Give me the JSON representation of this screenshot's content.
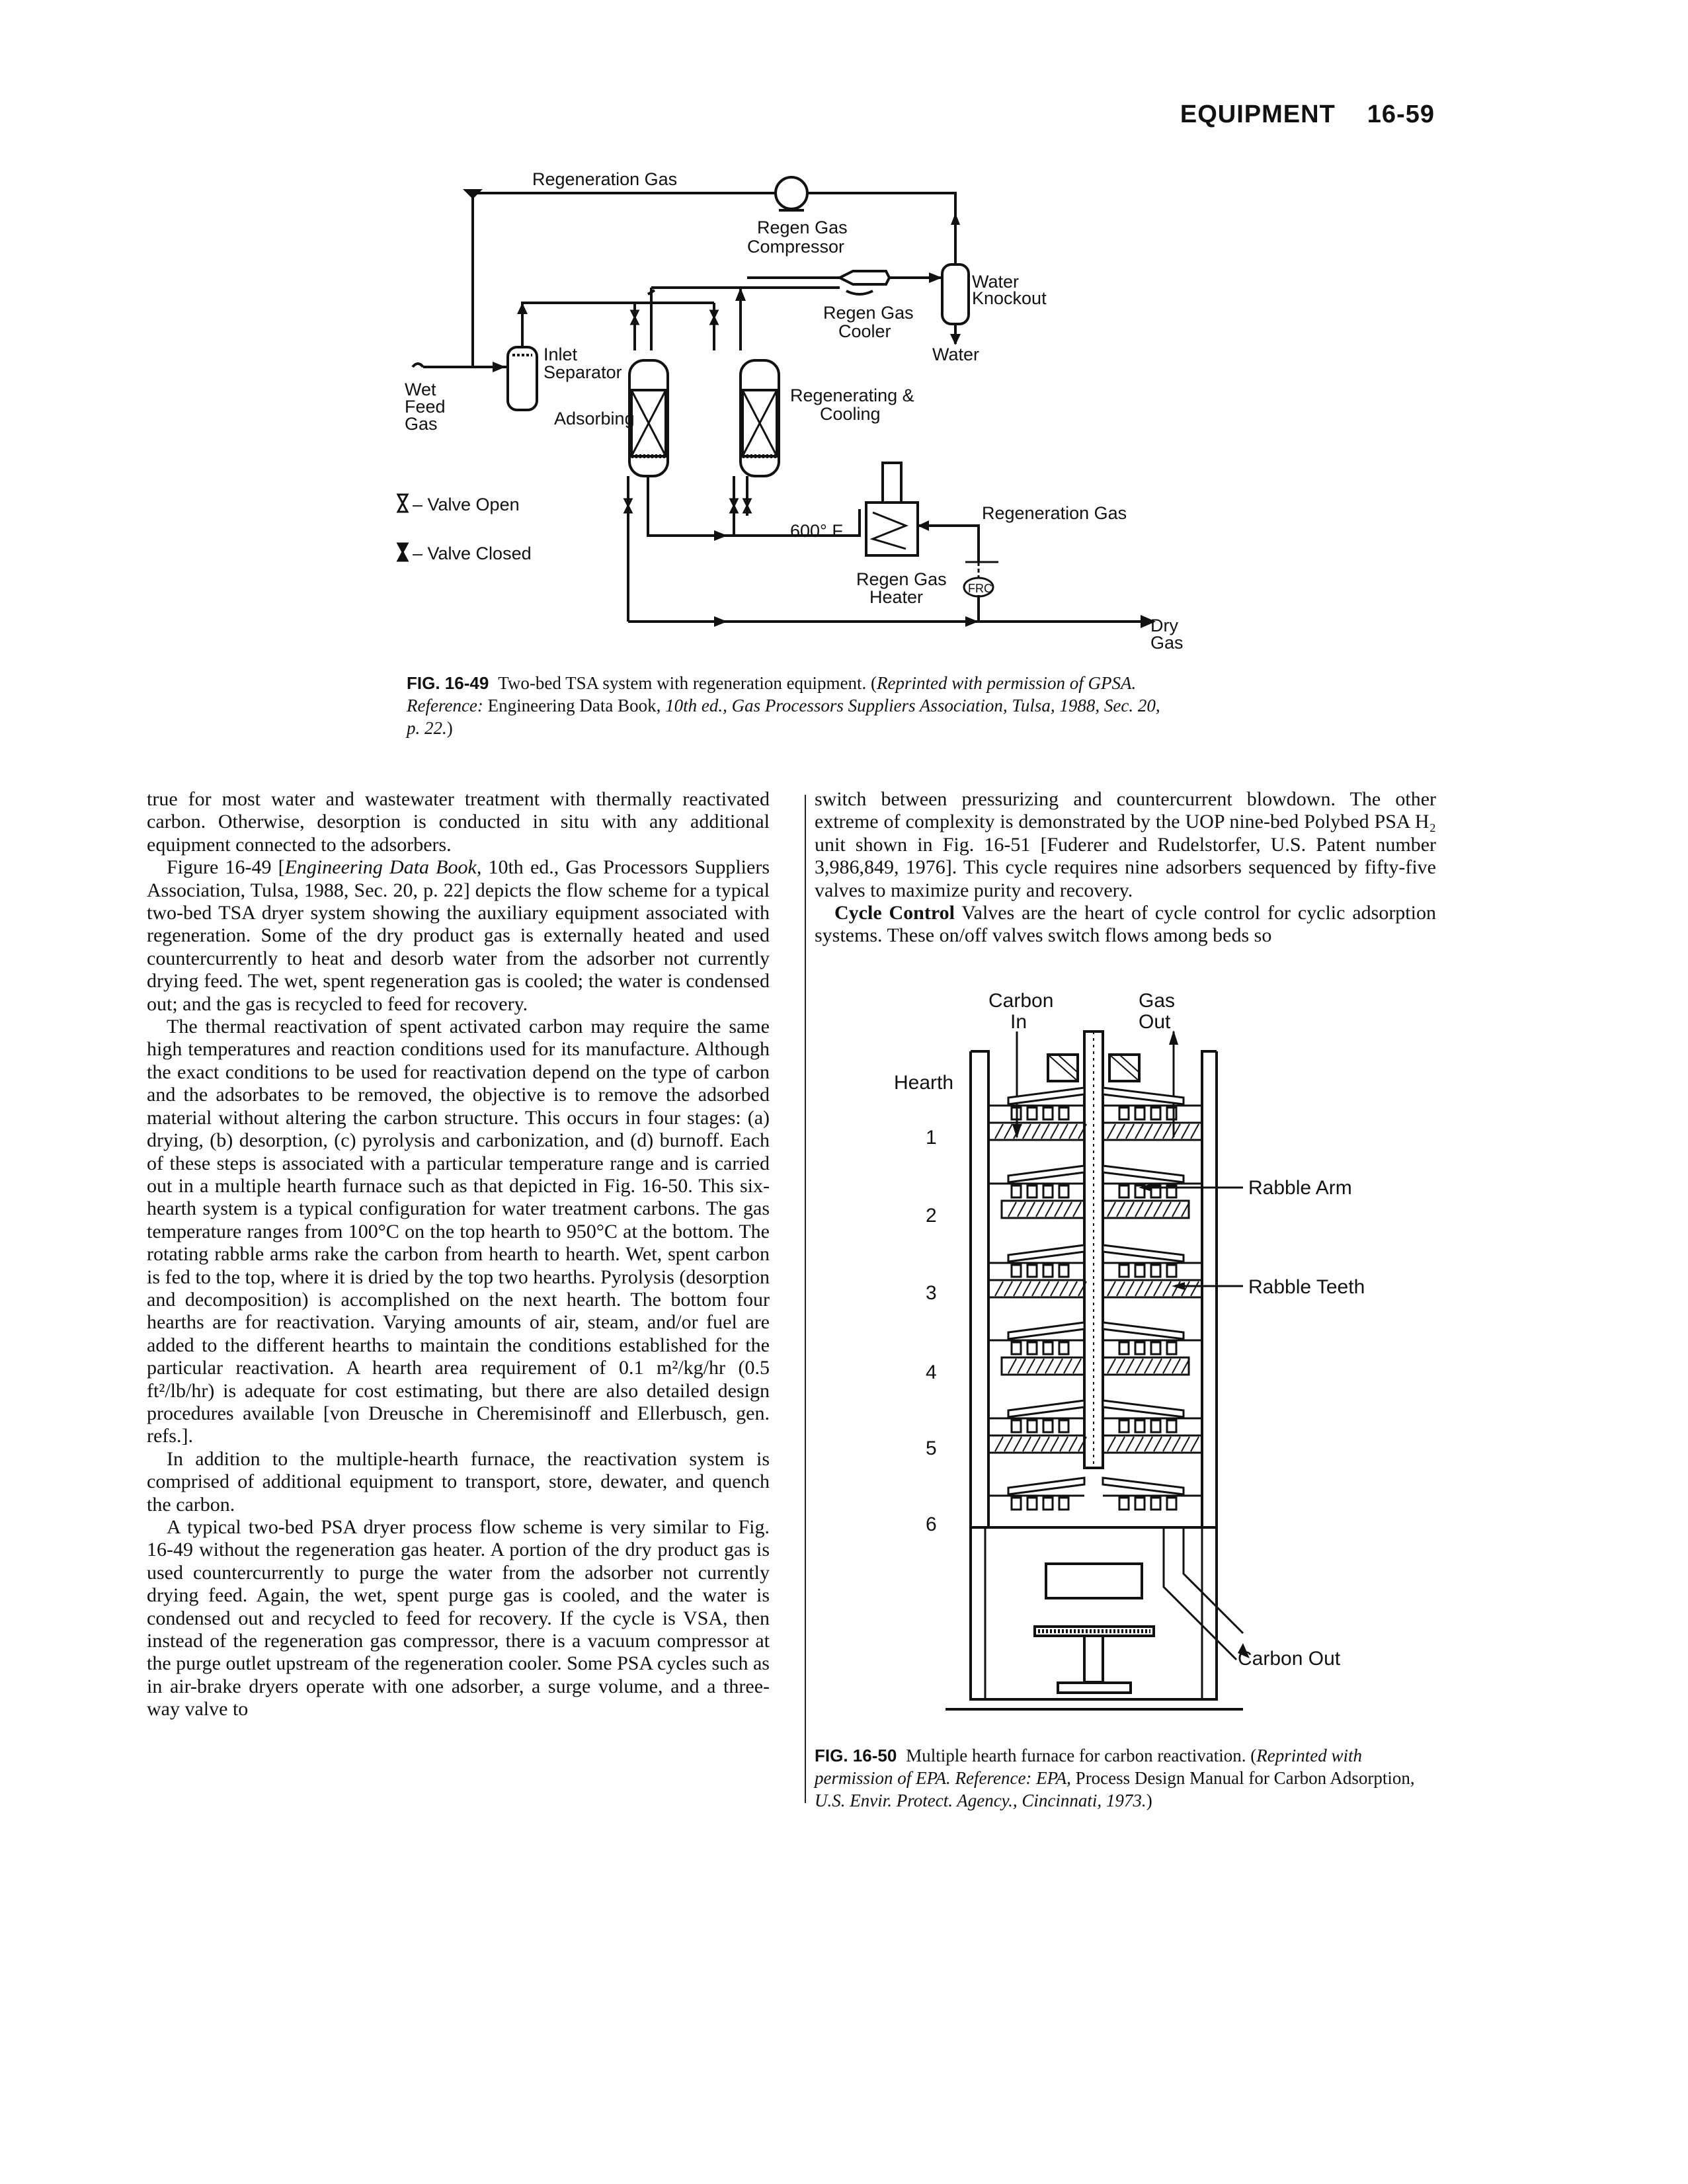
{
  "header": {
    "section": "EQUIPMENT",
    "page_number": "16-59"
  },
  "fig49": {
    "labels": {
      "regeneration_gas_top": "Regeneration Gas",
      "regen_gas_compressor_1": "Regen Gas",
      "regen_gas_compressor_2": "Compressor",
      "water_knockout_1": "Water",
      "water_knockout_2": "Knockout",
      "regen_gas_cooler_1": "Regen Gas",
      "regen_gas_cooler_2": "Cooler",
      "water": "Water",
      "inlet_separator_1": "Inlet",
      "inlet_separator_2": "Separator",
      "wet_feed_gas_1": "Wet",
      "wet_feed_gas_2": "Feed",
      "wet_feed_gas_3": "Gas",
      "adsorbing": "Adsorbing",
      "regenerating_cooling_1": "Regenerating &",
      "regenerating_cooling_2": "Cooling",
      "valve_open": "– Valve Open",
      "valve_closed": "– Valve Closed",
      "regeneration_gas_right": "Regeneration Gas",
      "temp": "600° F",
      "regen_gas_heater_1": "Regen Gas",
      "regen_gas_heater_2": "Heater",
      "frc": "FRC",
      "dry_gas_1": "Dry",
      "dry_gas_2": "Gas"
    },
    "caption": {
      "number": "FIG. 16-49",
      "text_1": "Two-bed TSA system with regeneration equipment. (",
      "text_2": "Reprinted with permission of GPSA. Reference:",
      "text_3": " Engineering Data Book, ",
      "text_4": "10th ed., Gas Processors Suppliers Association, Tulsa, 1988, Sec. 20, p. 22.",
      "text_5": ")"
    }
  },
  "fig50": {
    "labels": {
      "carbon_in_1": "Carbon",
      "carbon_in_2": "In",
      "gas_out_1": "Gas",
      "gas_out_2": "Out",
      "hearth": "Hearth",
      "n1": "1",
      "n2": "2",
      "n3": "3",
      "n4": "4",
      "n5": "5",
      "n6": "6",
      "rabble_arm": "Rabble Arm",
      "rabble_teeth": "Rabble Teeth",
      "carbon_out": "Carbon Out"
    },
    "caption": {
      "number": "FIG. 16-50",
      "text_1": "Multiple hearth furnace for carbon reactivation. (",
      "text_2": "Reprinted with permission of EPA. Reference: EPA,",
      "text_3": " Process Design Manual for Carbon Adsorption, ",
      "text_4": "U.S. Envir. Protect. Agency., Cincinnati, 1973.",
      "text_5": ")"
    }
  },
  "left_column": {
    "p1": "true for most water and wastewater treatment with thermally reactivated carbon. Otherwise, desorption is conducted in situ with any additional equipment connected to the adsorbers.",
    "p2_a": "Figure 16-49 [",
    "p2_b": "Engineering Data Book,",
    "p2_c": " 10th ed., Gas Processors Suppliers Association, Tulsa, 1988, Sec. 20, p. 22] depicts the flow scheme for a typical two-bed TSA dryer system showing the auxiliary equipment associated with regeneration. Some of the dry product gas is externally heated and used countercurrently to heat and desorb water from the adsorber not currently drying feed. The wet, spent regeneration gas is cooled; the water is condensed out; and the gas is recycled to feed for recovery.",
    "p3": "The thermal reactivation of spent activated carbon may require the same high temperatures and reaction conditions used for its manufacture. Although the exact conditions to be used for reactivation depend on the type of carbon and the adsorbates to be removed, the objective is to remove the adsorbed material without altering the carbon structure. This occurs in four stages: (a) drying, (b) desorption, (c) pyrolysis and carbonization, and (d) burnoff. Each of these steps is associated with a particular temperature range and is carried out in a multiple hearth furnace such as that depicted in Fig. 16-50. This six-hearth system is a typical configuration for water treatment carbons. The gas temperature ranges from 100°C on the top hearth to 950°C at the bottom. The rotating rabble arms rake the carbon from hearth to hearth. Wet, spent carbon is fed to the top, where it is dried by the top two hearths. Pyrolysis (desorption and decomposition) is accomplished on the next hearth. The bottom four hearths are for reactivation. Varying amounts of air, steam, and/or fuel are added to the different hearths to maintain the conditions established for the particular reactivation. A hearth area requirement of 0.1 m²/kg/hr (0.5 ft²/lb/hr) is adequate for cost estimating, but there are also detailed design procedures available [von Dreusche in Cheremisinoff and Ellerbusch, gen. refs.].",
    "p4": "In addition to the multiple-hearth furnace, the reactivation system is comprised of additional equipment to transport, store, dewater, and quench the carbon.",
    "p5": "A typical two-bed PSA dryer process flow scheme is very similar to Fig. 16-49 without the regeneration gas heater. A portion of the dry product gas is used countercurrently to purge the water from the adsorber not currently drying feed. Again, the wet, spent purge gas is cooled, and the water is condensed out and recycled to feed for recovery. If the cycle is VSA, then instead of the regeneration gas compressor, there is a vacuum compressor at the purge outlet upstream of the regeneration cooler. Some PSA cycles such as in air-brake dryers operate with one adsorber, a surge volume, and a three-way valve to"
  },
  "right_column": {
    "p1": "switch between pressurizing and countercurrent blowdown. The other extreme of complexity is demonstrated by the UOP nine-bed Polybed PSA H₂ unit shown in Fig. 16-51 [Fuderer and Rudelstorfer, U.S. Patent number 3,986,849, 1976]. This cycle requires nine adsorbers sequenced by fifty-five valves to maximize purity and recovery.",
    "p2_head": "Cycle Control",
    "p2_body": "  Valves are the heart of cycle control for cyclic adsorption systems. These on/off valves switch flows among beds so"
  }
}
